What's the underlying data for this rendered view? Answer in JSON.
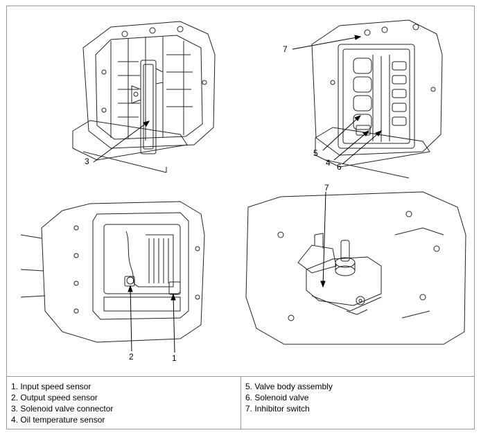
{
  "callouts": {
    "c3": "3",
    "c7a": "7",
    "c5": "5",
    "c4": "4",
    "c6": "6",
    "c7b": "7",
    "c2": "2",
    "c1": "1"
  },
  "legend": {
    "left": [
      "1. Input speed sensor",
      "2. Output speed sensor",
      "3. Solenoid valve connector",
      "4. Oil temperature sensor"
    ],
    "right": [
      "5. Valve body assembly",
      "6. Solenoid valve",
      "7. Inhibitor switch"
    ]
  }
}
